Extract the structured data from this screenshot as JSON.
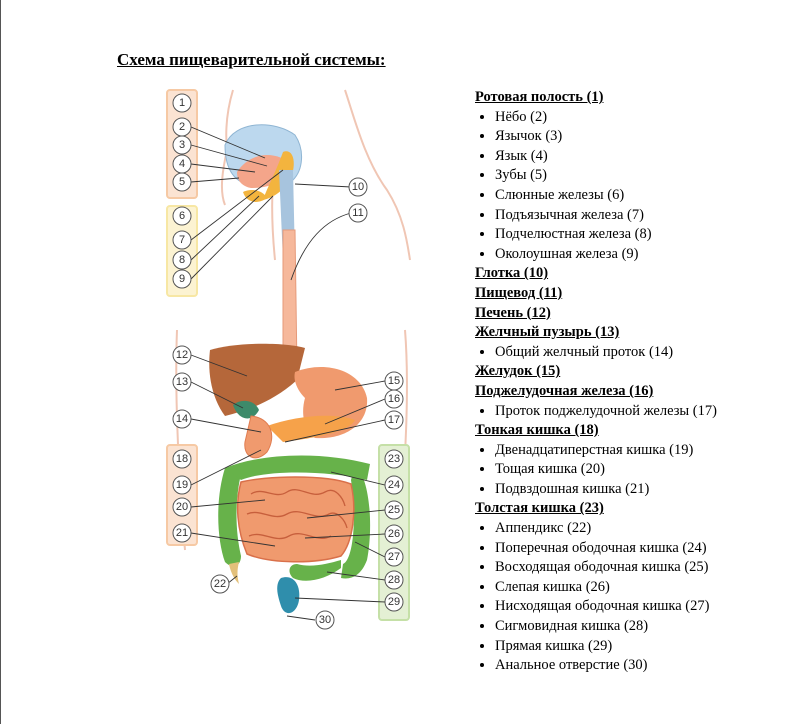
{
  "title": "Схема пищеварительной системы:",
  "colors": {
    "organ_orange": "#f09a6e",
    "liver_brown": "#b5673a",
    "colon_green": "#67b24a",
    "salivary_yellow": "#f3b43e",
    "oral_blue": "#bcd8ee",
    "box_orange": "#f6c9a4",
    "box_yellow": "#f7e7a4",
    "box_green": "#c5e0a7"
  },
  "marker_numbers": [
    "1",
    "2",
    "3",
    "4",
    "5",
    "6",
    "7",
    "8",
    "9",
    "10",
    "11",
    "12",
    "13",
    "14",
    "15",
    "16",
    "17",
    "18",
    "19",
    "20",
    "21",
    "22",
    "23",
    "24",
    "25",
    "26",
    "27",
    "28",
    "29",
    "30"
  ],
  "legend": [
    {
      "header": "Ротовая полость (1)",
      "items": [
        "Нёбо (2)",
        "Язычок (3)",
        "Язык (4)",
        "Зубы (5)",
        "Слюнные железы (6)",
        "Подъязычная железа (7)",
        "Подчелюстная железа (8)",
        "Околоушная железа (9)"
      ]
    },
    {
      "header": "Глотка (10)",
      "items": []
    },
    {
      "header": "Пищевод (11)",
      "items": []
    },
    {
      "header": "Печень (12)",
      "items": []
    },
    {
      "header": "Желчный пузырь (13)",
      "items": [
        "Общий желчный проток (14)"
      ]
    },
    {
      "header": "Желудок (15)",
      "items": []
    },
    {
      "header": "Поджелудочная железа (16)",
      "items": [
        "Проток поджелудочной железы (17)"
      ]
    },
    {
      "header": "Тонкая кишка (18)",
      "items": [
        "Двенадцатиперстная кишка (19)",
        "Тощая кишка (20)",
        "Подвздошная кишка (21)"
      ]
    },
    {
      "header": "Толстая кишка (23)",
      "items": [
        "Аппендикс (22)",
        "Поперечная ободочная кишка (24)",
        "Восходящая ободочная кишка (25)",
        "Слепая кишка (26)",
        "Нисходящая ободочная кишка (27)",
        "Сигмовидная кишка (28)",
        "Прямая кишка (29)",
        "Анальное отверстие (30)"
      ]
    }
  ]
}
